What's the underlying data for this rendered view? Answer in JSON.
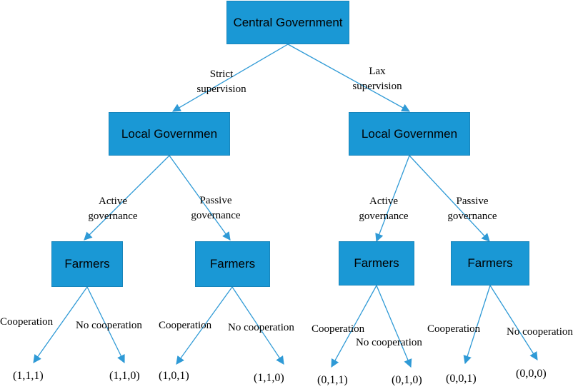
{
  "nodes": {
    "central": "Central Government",
    "local_left": "Local  Governmen",
    "local_right": "Local  Governmen",
    "farmers_1": "Farmers",
    "farmers_2": "Farmers",
    "farmers_3": "Farmers",
    "farmers_4": "Farmers"
  },
  "edges": {
    "strict_1": "Strict",
    "strict_2": "supervision",
    "lax_1": "Lax",
    "lax_2": "supervision",
    "active_l_1": "Active",
    "active_l_2": "governance",
    "passive_l_1": "Passive",
    "passive_l_2": "governance",
    "active_r_1": "Active",
    "active_r_2": "governance",
    "passive_r_1": "Passive",
    "passive_r_2": "governance",
    "coop_1": "Cooperation",
    "nocoop_1": "No cooperation",
    "coop_2": "Cooperation",
    "nocoop_2": "No cooperation",
    "coop_3": "Cooperation",
    "nocoop_3": "No cooperation",
    "coop_4": "Cooperation",
    "nocoop_4": "No cooperation"
  },
  "outcomes": [
    "(1,1,1)",
    "(1,1,0)",
    "(1,0,1)",
    "(1,1,0)",
    "(0,1,1)",
    "(0,1,0)",
    "(0,0,1)",
    "(0,0,0)"
  ],
  "colors": {
    "node_fill": "#1a98d5",
    "edge": "#2f9ad6"
  }
}
